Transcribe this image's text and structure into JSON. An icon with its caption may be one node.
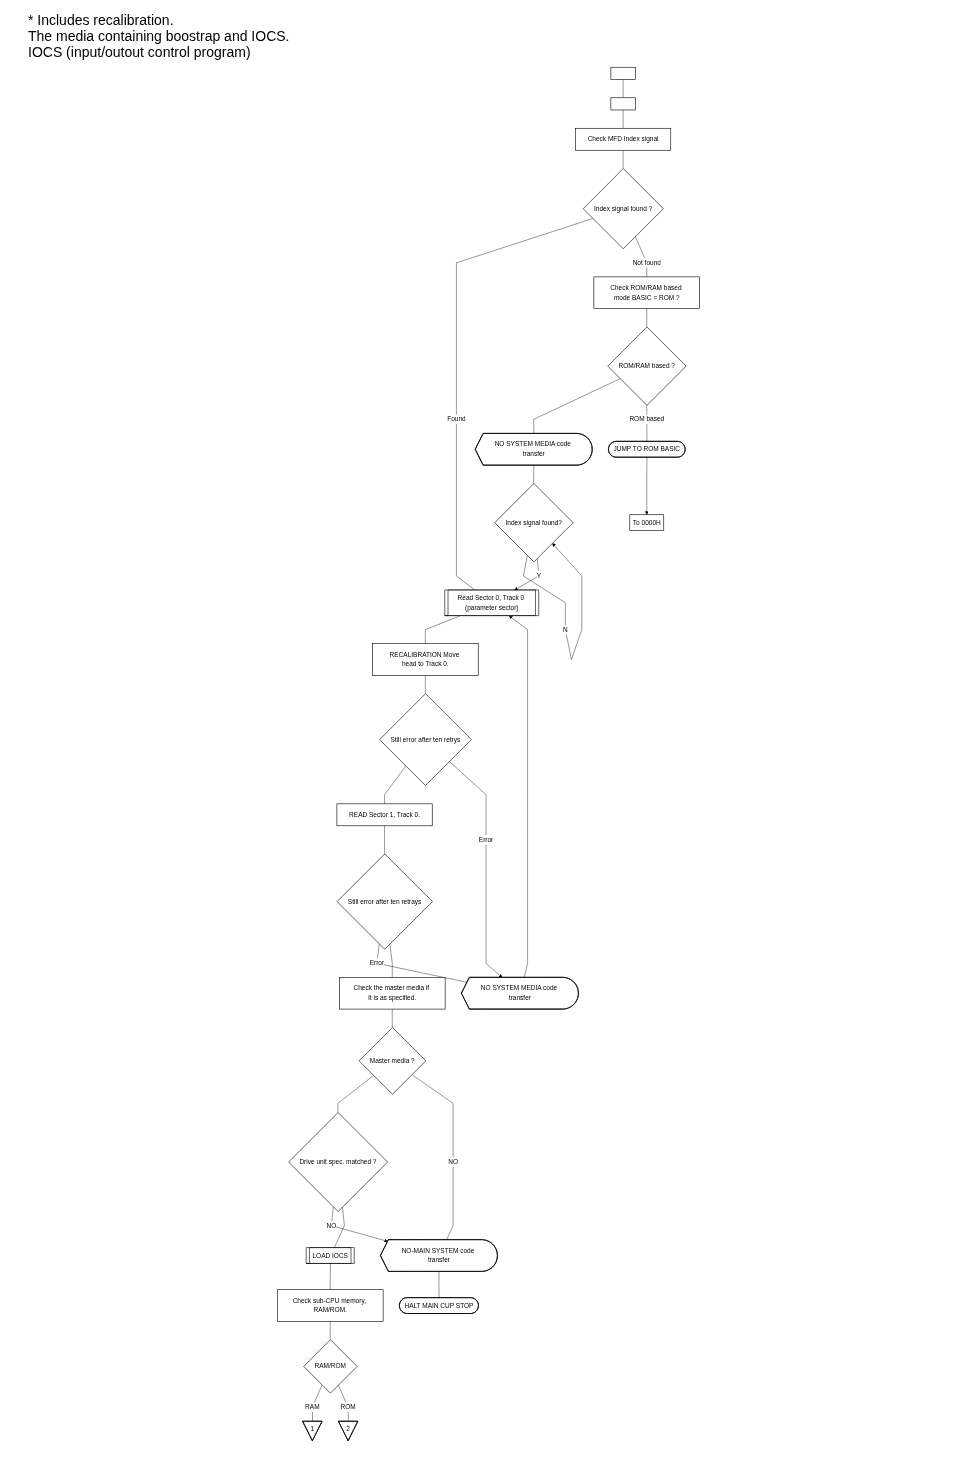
{
  "diagram": {
    "nodes": [
      {
        "text": [],
        "shape": "box"
      },
      {
        "text": [],
        "shape": "box"
      },
      {
        "text": [
          "Check MFD Index signal"
        ]
      },
      {
        "text": [
          "Index signal found ?"
        ]
      },
      {
        "text": [
          "Read Sector 0, Track 0 (parameter sector)"
        ]
      },
      {
        "text": [
          "RECALIBRATION Move head to Track 0."
        ]
      },
      {
        "text": [
          "Still error after ten retrys"
        ]
      },
      {
        "text": [
          "READ Sector 1, Track 0."
        ]
      },
      {
        "text": [
          "Still error after ten retrays"
        ]
      },
      {
        "text": [
          "Check the master media if it is as specified."
        ]
      },
      {
        "text": [
          "Master media ?"
        ]
      },
      {
        "text": [
          "Drive unit spec. matched ?"
        ]
      },
      {
        "text": [
          "LOAD IOCS"
        ]
      },
      {
        "text": [
          "Check sub-CPU memory, RAM/ROM."
        ]
      },
      {
        "text": [
          "RAM/ROM"
        ]
      },
      {
        "text": [
          "1"
        ]
      },
      {
        "text": [
          "2"
        ]
      },
      {
        "text": [
          "Check ROM/RAM based mode BASIC = ROM ?"
        ]
      },
      {
        "text": [
          "ROM/RAM based ?"
        ]
      },
      {
        "text": [
          "NO SYSTEM MEDIA code transfer"
        ]
      },
      {
        "text": [
          "Index signal found?"
        ]
      },
      {
        "text": [
          "JUMP TO ROM BASIC"
        ]
      },
      {
        "text": [
          "NO SYSTEM MEDIA code transfer"
        ]
      },
      {
        "text": [
          "NO-MAIN SYSTEM code transfer"
        ]
      },
      {
        "text": [
          "HALT MAIN CUP STOP"
        ]
      },
      {
        "text": [
          "To 0000H"
        ]
      }
    ],
    "edges": [
      {
        "from": 0,
        "to": 1,
        "arrow": "none"
      },
      {
        "from": 1,
        "to": 2,
        "arrow": "none"
      },
      {
        "from": 2,
        "to": 3,
        "arrow": "none"
      },
      {
        "from": 3,
        "to": 4,
        "label": "Found",
        "arrow": "none"
      },
      {
        "from": 3,
        "to": 17,
        "label": "Not found",
        "arrow": "none"
      },
      {
        "from": 4,
        "to": 5,
        "arrow": "none"
      },
      {
        "from": 5,
        "to": 6,
        "arrow": "none"
      },
      {
        "from": 6,
        "to": 7,
        "arrow": "none"
      },
      {
        "from": 6,
        "to": 22,
        "label": "Error",
        "arrow": "to"
      },
      {
        "from": 7,
        "to": 8,
        "arrow": "none"
      },
      {
        "from": 8,
        "to": 22,
        "label": "Error",
        "arrow": "none"
      },
      {
        "from": 8,
        "to": 9,
        "arrow": "none"
      },
      {
        "from": 9,
        "to": 10,
        "arrow": "none"
      },
      {
        "from": 10,
        "to": 11,
        "arrow": "none"
      },
      {
        "from": 10,
        "to": 23,
        "label": "NO",
        "arrow": "none"
      },
      {
        "from": 11,
        "to": 23,
        "label": "NO",
        "arrow": "to"
      },
      {
        "from": 11,
        "to": 12,
        "arrow": "none"
      },
      {
        "from": 12,
        "to": 13,
        "arrow": "none"
      },
      {
        "from": 13,
        "to": 14,
        "arrow": "none"
      },
      {
        "from": 14,
        "to": 15,
        "label": "RAM",
        "arrow": "none"
      },
      {
        "from": 14,
        "to": 16,
        "label": "ROM",
        "arrow": "none"
      },
      {
        "from": 17,
        "to": 18,
        "arrow": "none"
      },
      {
        "from": 18,
        "to": 19,
        "arrow": "none"
      },
      {
        "from": 18,
        "to": 21,
        "label": "ROM based",
        "arrow": "none"
      },
      {
        "from": 19,
        "to": 20,
        "arrow": "none"
      },
      {
        "from": 20,
        "to": 20,
        "label": "N",
        "arrow": "to"
      },
      {
        "from": 20,
        "to": 4,
        "label": "Y",
        "arrow": "to"
      },
      {
        "from": 22,
        "to": 4,
        "arrow": "to"
      },
      {
        "from": 23,
        "to": 24,
        "arrow": "none"
      },
      {
        "from": 21,
        "to": 25,
        "arrow": "to"
      }
    ],
    "labels": [
      "* Includes recalibration.",
      "The media containing boostrap and IOCS.",
      "IOCS (input/outout control program)"
    ]
  }
}
